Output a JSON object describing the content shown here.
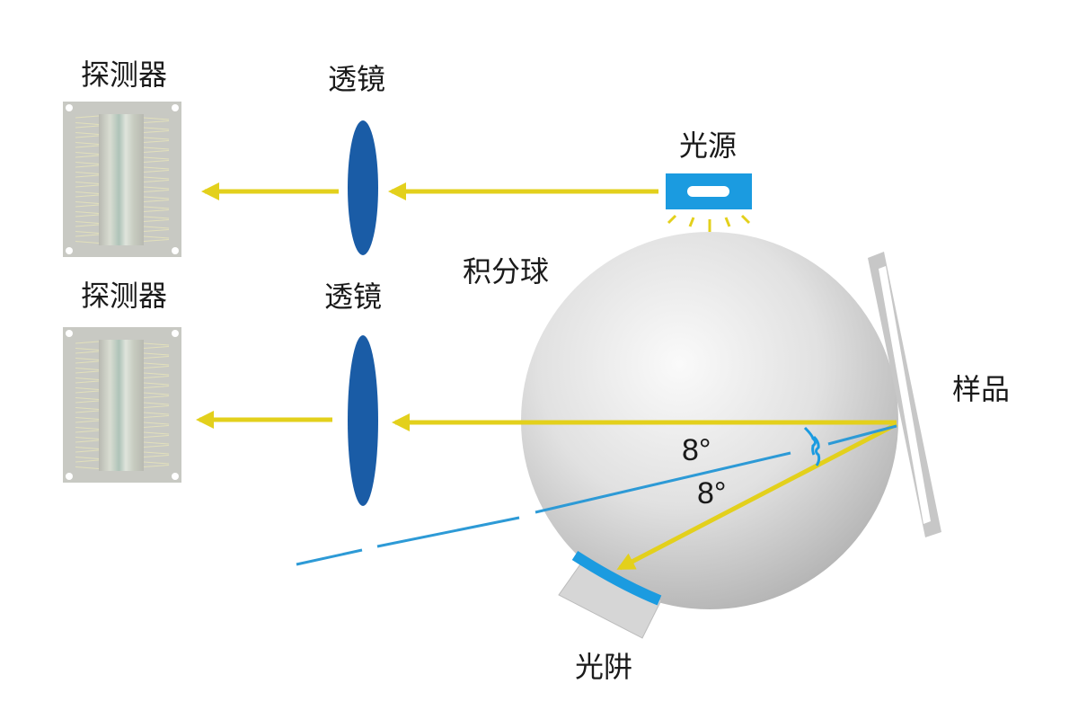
{
  "labels": {
    "detector_top": "探测器",
    "detector_bottom": "探测器",
    "lens_top": "透镜",
    "lens_bottom": "透镜",
    "light_source": "光源",
    "integrating_sphere": "积分球",
    "sample": "样品",
    "light_trap": "光阱",
    "angle_upper": "8°",
    "angle_lower": "8°"
  },
  "colors": {
    "beam": "#e3d01c",
    "lens": "#1a5ca6",
    "light_source": "#1b9be0",
    "normal_line": "#2d9ad6",
    "sample_frame": "#c7c7c7",
    "sphere_light": "#fafafa",
    "sphere_dark": "#b4b4b4"
  },
  "icons": {
    "detector": "detector-chip-icon",
    "lens": "lens-icon",
    "light_source": "lamp-icon",
    "sample": "sample-holder-icon",
    "light_trap": "light-trap-icon"
  }
}
